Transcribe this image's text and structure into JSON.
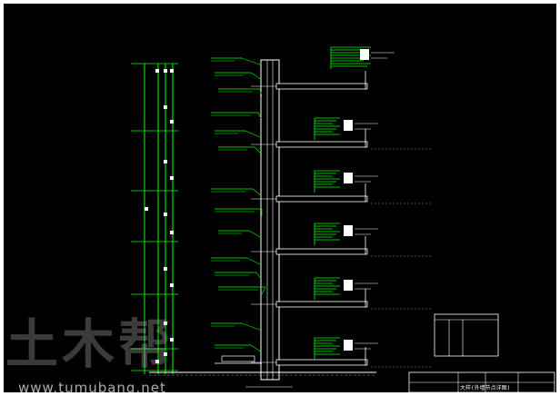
{
  "colors": {
    "background": "#000000",
    "frame": "#ffffff",
    "green": "#00ff00",
    "white": "#ffffff",
    "gray": "#9a9a9a"
  },
  "watermark": {
    "logo": "土木帮",
    "url": "www.tumubang.net"
  },
  "title_block": {
    "title": "大样(外墙节点详图)"
  }
}
